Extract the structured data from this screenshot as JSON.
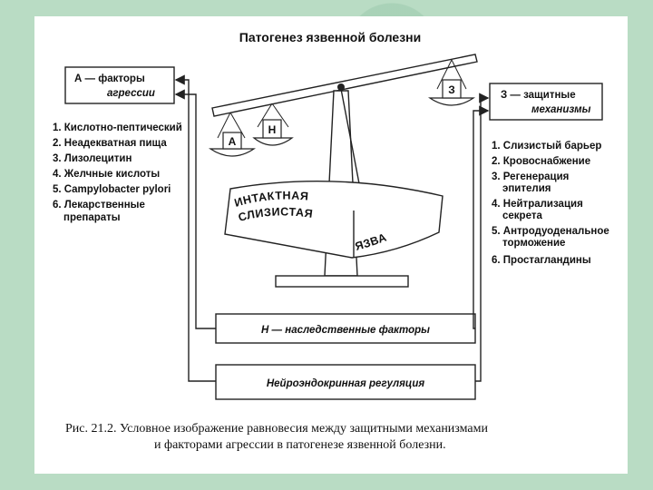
{
  "title": "Патогенез язвенной болезни",
  "aggression": {
    "header_line1": "А — факторы",
    "header_line2": "агрессии",
    "items": [
      "1. Кислотно-пептический",
      "2. Неадекватная пища",
      "3. Лизолецитин",
      "4. Желчные кислоты",
      "5. Campylobacter pylori",
      "6. Лекарственные",
      "препараты"
    ]
  },
  "defense": {
    "header_line1": "З — защитные",
    "header_line2": "механизмы",
    "items": [
      "1. Слизистый барьер",
      "2. Кровоснабжение",
      "3. Регенерация",
      "эпителия",
      "4. Нейтрализация",
      "секрета",
      "5. Антродуоденальное",
      "торможение",
      "6. Простагландины"
    ]
  },
  "pans": {
    "a": "А",
    "n": "Н",
    "z": "З"
  },
  "scale": {
    "left_line1": "ИНТАКТНАЯ",
    "left_line2": "СЛИЗИСТАЯ",
    "right": "ЯЗВА"
  },
  "hereditary": "Н — наследственные факторы",
  "neuro": "Нейроэндокринная регуляция",
  "caption": {
    "line1": "Рис. 21.2. Условное изображение равновесия между защитными механизмами",
    "line2": "и факторами агрессии в патогенезе язвенной болезни."
  }
}
